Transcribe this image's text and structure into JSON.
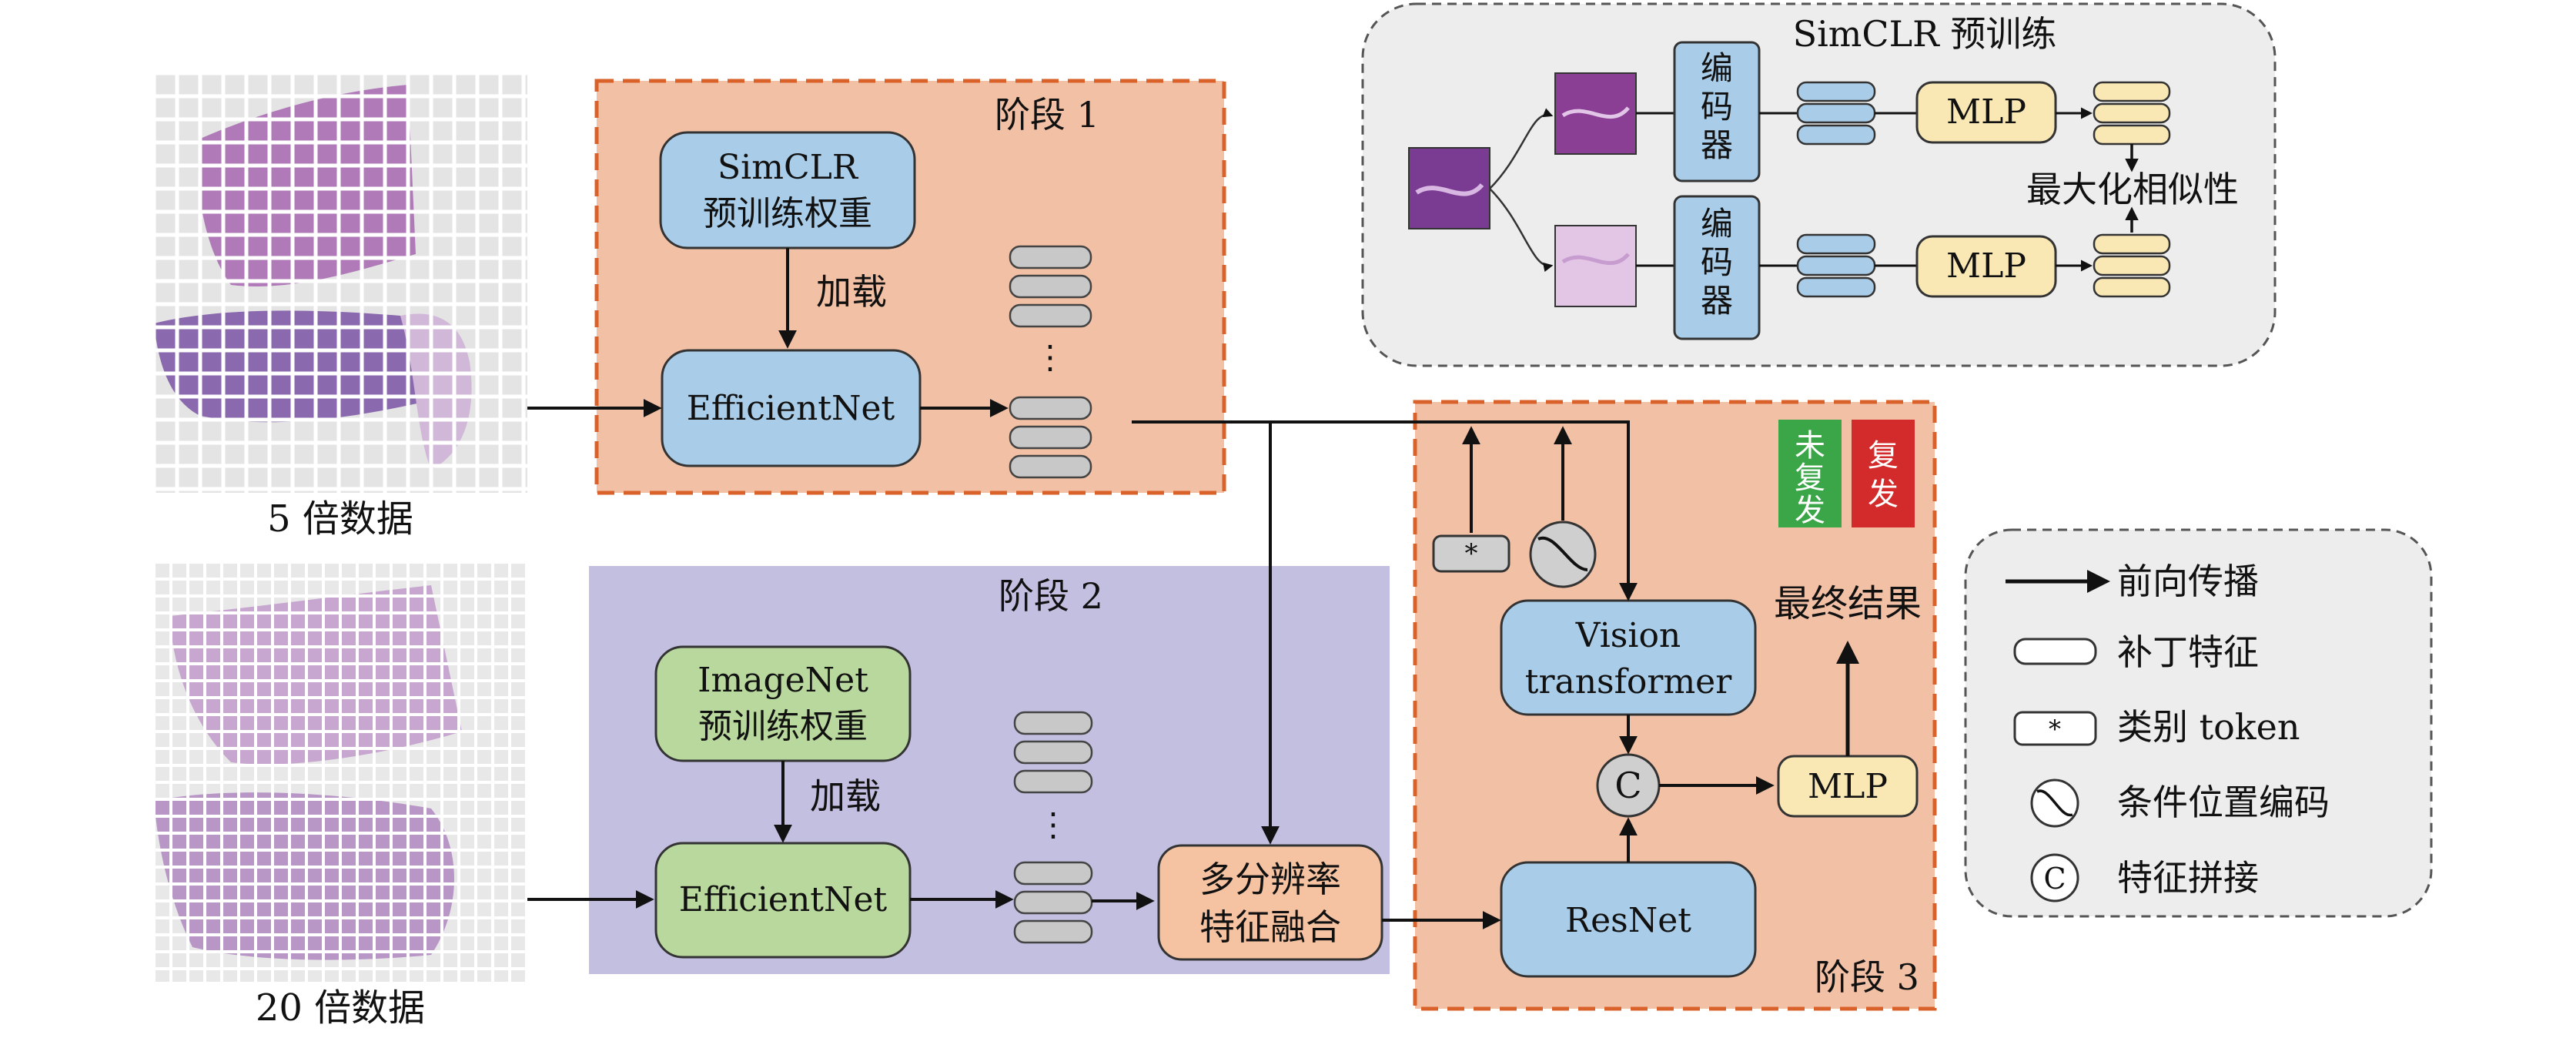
{
  "slides": {
    "low_mag_caption": "5 倍数据",
    "high_mag_caption": "20 倍数据"
  },
  "stage1": {
    "title": "阶段 1",
    "weights_line1": "SimCLR",
    "weights_line2": "预训练权重",
    "load_label": "加载",
    "encoder": "EfficientNet",
    "ellipsis": "⋮"
  },
  "stage2": {
    "title": "阶段 2",
    "weights_line1": "ImageNet",
    "weights_line2": "预训练权重",
    "load_label": "加载",
    "encoder": "EfficientNet",
    "ellipsis": "⋮",
    "fusion_line1": "多分辨率",
    "fusion_line2": "特征融合"
  },
  "stage3": {
    "title": "阶段 3",
    "vit_line1": "Vision",
    "vit_line2": "transformer",
    "resnet": "ResNet",
    "concat_symbol": "C",
    "mlp": "MLP",
    "class_token_symbol": "*",
    "result_label": "最终结果",
    "no_recur_line1": "未",
    "no_recur_line2": "复",
    "no_recur_line3": "发",
    "recur_line1": "复",
    "recur_line2": "发",
    "colors": {
      "no_recur": "#3aa648",
      "recur": "#d32b2b"
    }
  },
  "simclr": {
    "title": "SimCLR 预训练",
    "encoder_line1": "编",
    "encoder_line2": "码",
    "encoder_line3": "器",
    "mlp": "MLP",
    "maximize_label": "最大化相似性"
  },
  "legend": {
    "forward": "前向传播",
    "patch_feature": "补丁特征",
    "class_token": "类别 token",
    "class_token_symbol": "*",
    "pos_encoding": "条件位置编码",
    "concat": "特征拼接",
    "concat_symbol": "C"
  },
  "colors": {
    "stage1_fill": "#f2c0a5",
    "stage1_border": "#d9622b",
    "stage2_fill": "#c2bfe0",
    "stage3_fill": "#f2c0a5",
    "blue_box": "#a9cde8",
    "green_box": "#b9d89d",
    "orange_box": "#f6c3a2",
    "yellow_box": "#f9e8b4",
    "gray_panel": "#ededed",
    "tissue": "#9a5aa8"
  }
}
